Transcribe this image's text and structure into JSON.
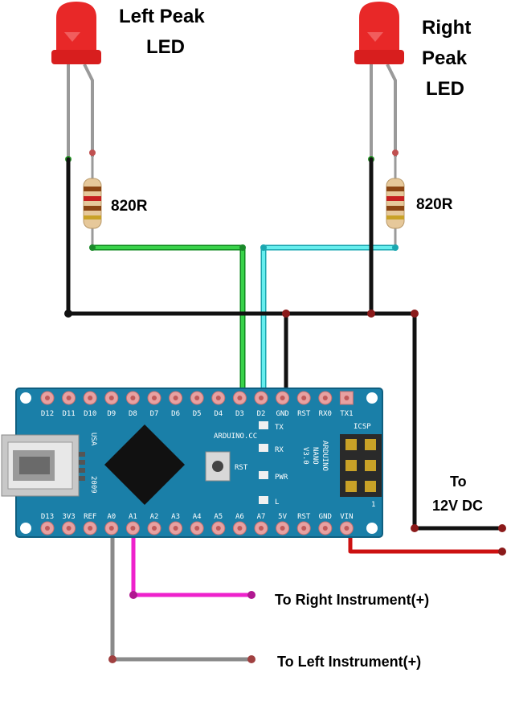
{
  "labels": {
    "left_led": [
      "Left Peak",
      "LED"
    ],
    "right_led": [
      "Right",
      "Peak",
      "LED"
    ],
    "left_resistor": "820R",
    "right_resistor": "820R",
    "power": [
      "To",
      "12V DC"
    ],
    "right_instrument": "To Right Instrument(+)",
    "left_instrument": "To Left Instrument(+)"
  },
  "board": {
    "top_pins": [
      "D12",
      "D11",
      "D10",
      "D9",
      "D8",
      "D7",
      "D6",
      "D5",
      "D4",
      "D3",
      "D2",
      "GND",
      "RST",
      "RX0",
      "TX1"
    ],
    "bottom_pins": [
      "D13",
      "3V3",
      "REF",
      "A0",
      "A1",
      "A2",
      "A3",
      "A4",
      "A5",
      "A6",
      "A7",
      "5V",
      "RST",
      "GND",
      "VIN"
    ],
    "brand": "ARDUINO.CC",
    "name_lines": [
      "ARDUINO",
      "NANO",
      "V3.0"
    ],
    "leds": [
      "TX",
      "RX",
      "PWR",
      "L"
    ],
    "reset": "RST",
    "icsp": "ICSP",
    "icsp_pin": "1",
    "usa": "USA",
    "year": "2009"
  },
  "colors": {
    "board": "#1a7fa8",
    "wire_black": "#111111",
    "wire_green": "#22bb33",
    "wire_cyan": "#33cccc",
    "wire_red": "#cc1111",
    "wire_magenta": "#ee22cc",
    "wire_gray": "#777777",
    "led": "#ee2222"
  }
}
